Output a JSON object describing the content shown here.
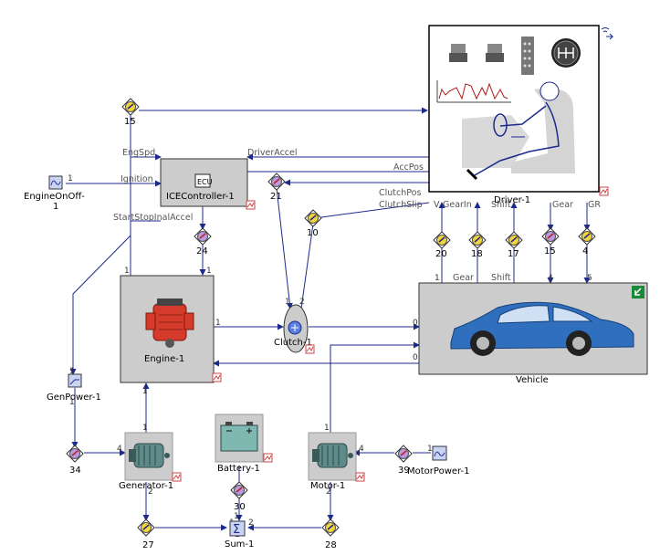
{
  "colors": {
    "wire": "#1c2a8c",
    "block_fill": "#cccccc",
    "sensor_yellow": "#f3d43a",
    "sensor_purple": "#9a6cc8",
    "car_blue": "#2f6fbe",
    "engine_red": "#d63a2a"
  },
  "blocks": {
    "ice_controller": {
      "label": "ICEController-1",
      "icon": "ecu-icon"
    },
    "engine": {
      "label": "Engine-1"
    },
    "clutch": {
      "label": "Clutch-1"
    },
    "vehicle": {
      "label": "Vehicle"
    },
    "driver": {
      "label": "Driver-1"
    },
    "generator": {
      "label": "Generator-1"
    },
    "battery": {
      "label": "Battery-1"
    },
    "motor": {
      "label": "Motor-1"
    },
    "sum": {
      "label": "Sum-1"
    },
    "gen_power": {
      "label": "GenPower-1"
    },
    "engine_on_off": {
      "label1": "EngineOnOff-",
      "label2": "1"
    },
    "motor_power": {
      "label": "MotorPower-1"
    }
  },
  "signals": {
    "engspd": "EngSpd",
    "ignition": "Ignition",
    "start_stop": "StartStopInalAccel",
    "driver_accel": "DriverAccel",
    "accpos": "AccPos",
    "clutchpos": "ClutchPos",
    "clutchslip": "ClutchSlip",
    "v": "V",
    "gearin": "GearIn",
    "shift_top": "Shift",
    "gear_top": "Gear",
    "gr": "GR",
    "gear_bottom": "Gear",
    "shift_bottom": "Shift"
  },
  "sensors": {
    "s15a": "15",
    "s21": "21",
    "s10": "10",
    "s24": "24",
    "s20": "20",
    "s18": "18",
    "s17": "17",
    "s15b": "15",
    "s4": "4",
    "s34": "34",
    "s30": "30",
    "s39": "39",
    "s27": "27",
    "s28": "28"
  },
  "ports": {
    "p1": "1",
    "p2": "2",
    "p0": "0",
    "p4": "4",
    "p5": "5"
  }
}
